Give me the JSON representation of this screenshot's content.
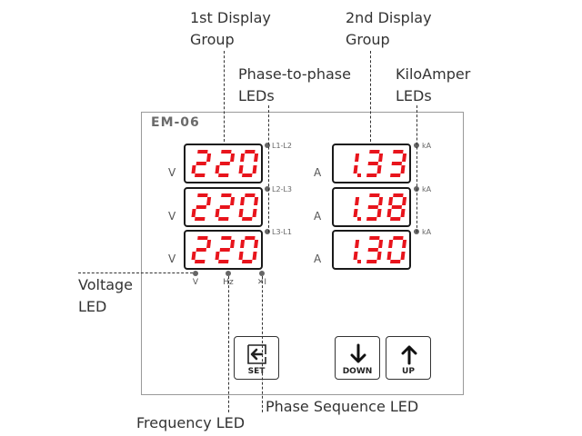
{
  "callouts": {
    "first_display_group": "1st Display\nGroup",
    "second_display_group": "2nd Display\nGroup",
    "phase_to_phase_leds": "Phase-to-phase\nLEDs",
    "kiloamper_leds": "KiloAmper\nLEDs",
    "voltage_led": "Voltage\nLED",
    "frequency_led": "Frequency LED",
    "phase_sequence_led": "Phase Sequence LED"
  },
  "device": {
    "model": "EM-06",
    "display_color": "#e8141c",
    "left_group": {
      "unit": "V",
      "rows": [
        {
          "value": "220",
          "led_label": "L1-L2"
        },
        {
          "value": "220",
          "led_label": "L2-L3"
        },
        {
          "value": "220",
          "led_label": "L3-L1"
        }
      ]
    },
    "right_group": {
      "unit": "A",
      "rows": [
        {
          "value": "1.33",
          "led_label": "kA"
        },
        {
          "value": "1.38",
          "led_label": "kA"
        },
        {
          "value": "1.30",
          "led_label": "kA"
        }
      ]
    },
    "bottom_leds": {
      "voltage": "V",
      "frequency": "Hz",
      "phase_sequence": "✕I"
    },
    "buttons": {
      "set": "SET",
      "down": "DOWN",
      "up": "UP"
    }
  }
}
